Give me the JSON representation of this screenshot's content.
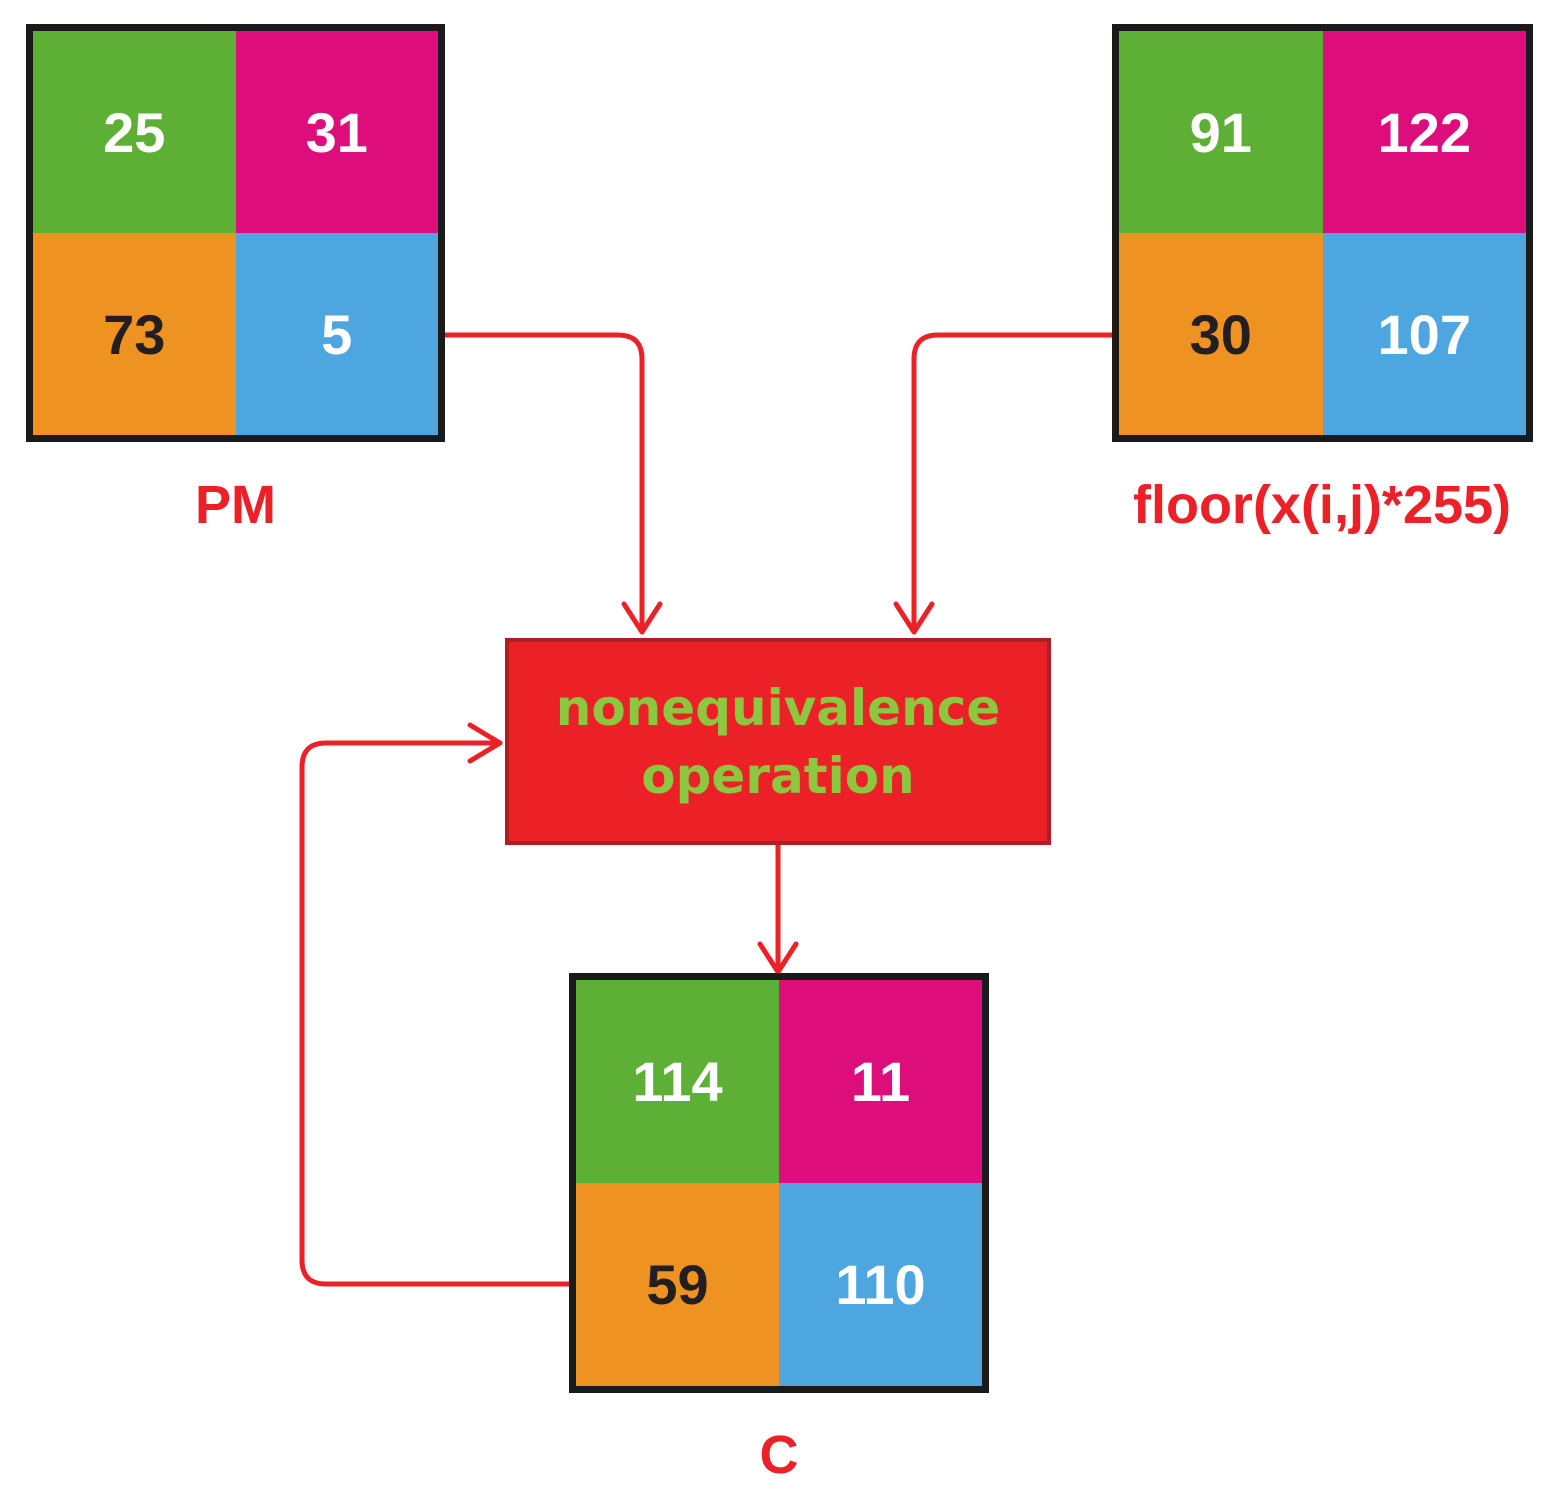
{
  "matrices": {
    "pm": {
      "label": "PM",
      "cells": [
        "25",
        "31",
        "73",
        "5"
      ]
    },
    "key": {
      "label": "floor(x(i,j)*255)",
      "cells": [
        "91",
        "122",
        "30",
        "107"
      ]
    },
    "c": {
      "label": "C",
      "cells": [
        "114",
        "11",
        "59",
        "110"
      ]
    }
  },
  "operation": {
    "line1": "nonequivalence",
    "line2": "operation"
  },
  "colors": {
    "cell_top_left": "#5db035",
    "cell_top_right": "#dd0d7c",
    "cell_bottom_left": "#ee9321",
    "cell_bottom_right": "#4ea6e0",
    "arrow": "#ec2027",
    "operation_box": "#ec2027",
    "operation_text": "#8dc63f"
  }
}
